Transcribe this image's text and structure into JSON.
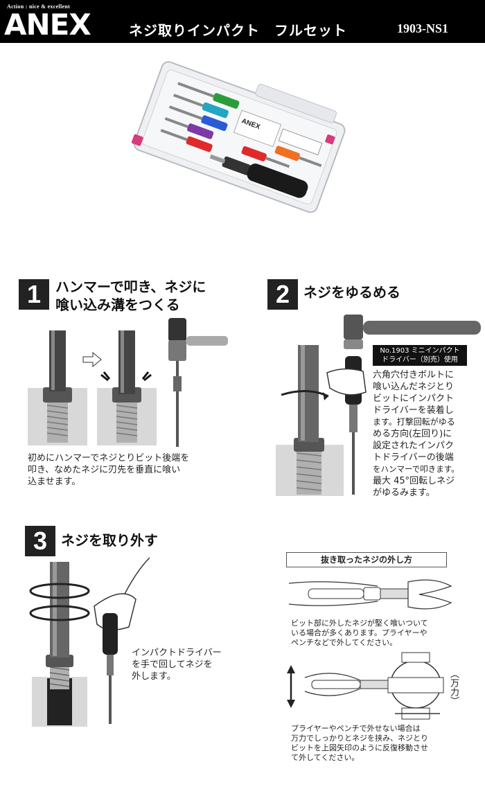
{
  "header": {
    "tagline": "Action : nice & excellent",
    "logo": "ANEX",
    "title": "ネジ取りインパクト　フルセット",
    "model": "1903-NS1"
  },
  "product": {
    "case_label": "ANEX"
  },
  "step1": {
    "number": "1",
    "title_line1": "ハンマーで叩き、ネジに",
    "title_line2": "喰い込み溝をつくる",
    "text_line1": "初めにハンマーでネジとりビット後端を",
    "text_line2": "叩き、なめたネジに刃先を垂直に喰い",
    "text_line3": "込ませます。"
  },
  "step2": {
    "number": "2",
    "title": "ネジをゆるめる",
    "note_line1": "No.1903 ミニインパクト",
    "note_line2": "ドライバー（別売）使用",
    "text_lines": [
      "六角穴付きボルトに",
      "喰い込んだネジとり",
      "ビットにインパクト",
      "ドライバーを装着し",
      "ます。打撃回転がゆる",
      "める方向(左回り)に",
      "設定されたインパク",
      "トドライバーの後端",
      "をハンマーで叩きます。",
      "最大 45°回転しネジ",
      "がゆるみます。"
    ]
  },
  "step3": {
    "number": "3",
    "title": "ネジを取り外す",
    "text_line1": "インパクトドライバー",
    "text_line2": "を手で回してネジを",
    "text_line3": "外します。"
  },
  "howto": {
    "title": "抜き取ったネジの外し方",
    "text1_line1": "ビット部に外したネジが堅く喰いついて",
    "text1_line2": "いる場合が多くあります。プライヤーや",
    "text1_line3": "ペンチなどで外してください。",
    "vise_label": "（万力）",
    "text2_line1": "プライヤーやペンチで外せない場合は",
    "text2_line2": "万力でしっかりとネジを挟み、ネジとり",
    "text2_line3": "ビットを上図矢印のように反復移動させ",
    "text2_line4": "て外してください。"
  },
  "colors": {
    "header_bg": "#000000",
    "badge_bg": "#222222",
    "grip_green": "#2a9d3a",
    "grip_blue": "#2a5bd7",
    "grip_purple": "#7b3aa8",
    "grip_red": "#e02a2a",
    "grip_orange": "#f07020",
    "grip_teal": "#22a6c4"
  }
}
